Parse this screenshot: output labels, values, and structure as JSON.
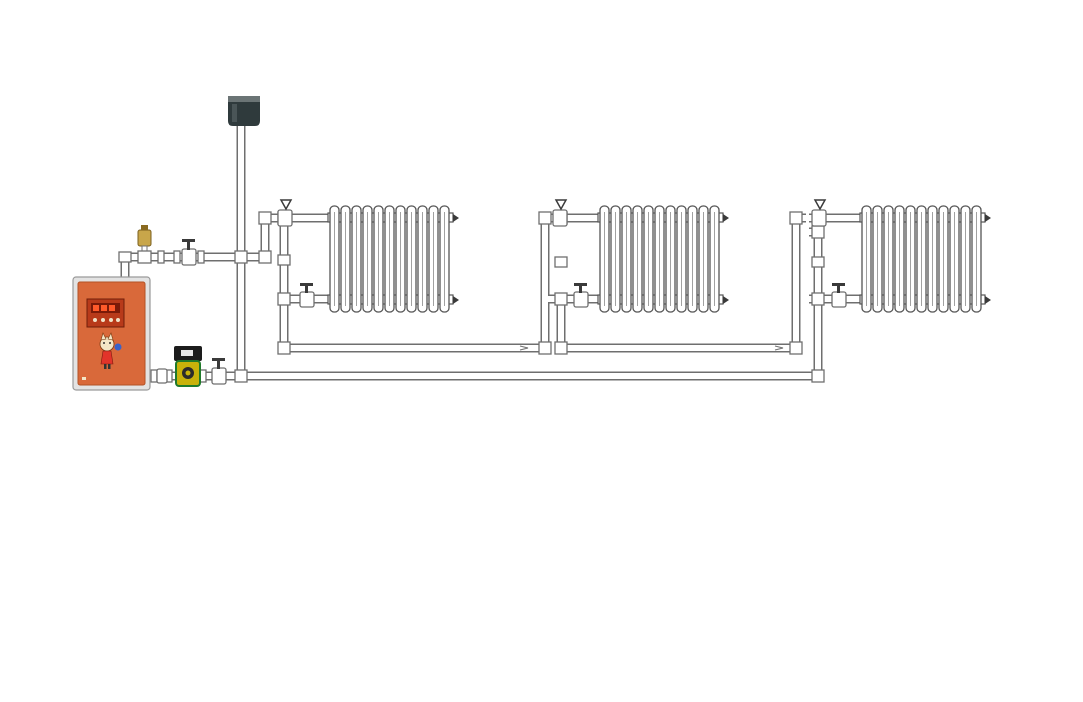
{
  "diagram": {
    "title": "",
    "colors": {
      "background": "#ffffff",
      "pipe_outline": "#6f6f6f",
      "boiler_body": "#d9693a",
      "boiler_frame": "#e3e3e3",
      "controller_display": "#b83a1a",
      "expansion_tank": "#2f3a3c",
      "pump_body": "#c8b20a",
      "air_vent": "#c8a64a"
    },
    "components": {
      "boiler": {
        "icon": "electric-boiler-icon"
      },
      "expansion_tank": {
        "icon": "open-expansion-tank-icon"
      },
      "circulation_pump": {
        "icon": "circulation-pump-icon"
      },
      "air_vent": {
        "icon": "automatic-air-vent-icon"
      },
      "valves": {
        "icon": "ball-valve-icon"
      },
      "radiators": [
        {
          "icon": "cast-iron-radiator-icon",
          "sections": 11
        },
        {
          "icon": "cast-iron-radiator-icon",
          "sections": 11
        },
        {
          "icon": "cast-iron-radiator-icon",
          "sections": 11
        }
      ]
    }
  }
}
